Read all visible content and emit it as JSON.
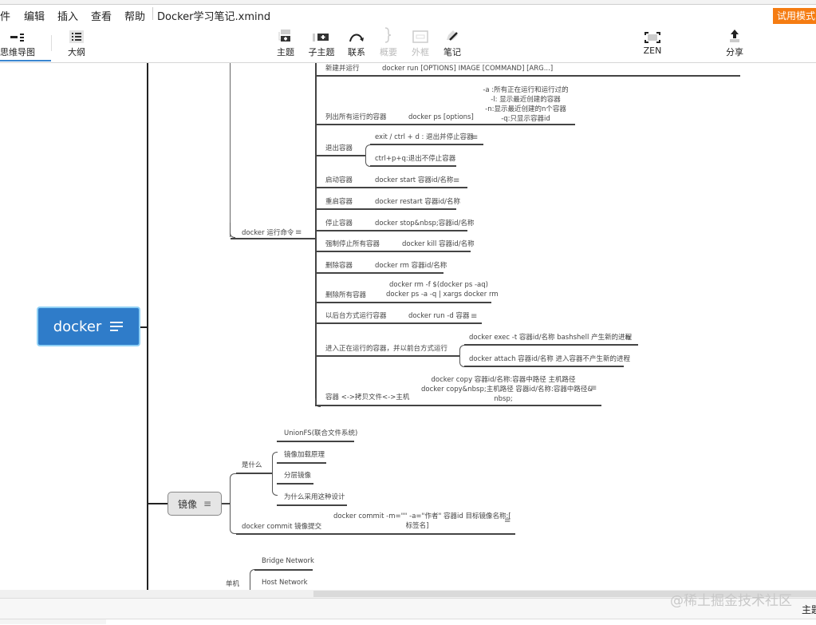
{
  "menu": {
    "items": [
      "件",
      "编辑",
      "插入",
      "查看",
      "帮助"
    ],
    "doc_title": "Docker学习笔记.xmind",
    "trial_badge": "试用模式"
  },
  "toolbar": {
    "view_mindmap": "思维导图",
    "view_outline": "大纲",
    "topic": "主题",
    "subtopic": "子主题",
    "relationship": "联系",
    "summary": "概要",
    "boundary": "外框",
    "note": "笔记",
    "zen": "ZEN",
    "share": "分享"
  },
  "colors": {
    "root_fill": "#2f7cc9",
    "root_border": "#8fd0f5",
    "trial_badge": "#f57c12",
    "active_view_underline": "#3a86d0"
  },
  "mindmap": {
    "root": "docker",
    "run_commands": {
      "label": "docker 运行命令",
      "children": [
        {
          "label": "新建并运行",
          "value": "docker run [OPTIONS] IMAGE [COMMAND] [ARG...]"
        },
        {
          "label": "列出所有运行的容器",
          "value": "docker ps [options]",
          "options": [
            "-a :所有正在运行和运行过的",
            "-l: 显示最近创建的容器",
            "-n:显示最近创建的n个容器",
            "-q:只显示容器id"
          ]
        },
        {
          "label": "退出容器",
          "values": [
            "exit / ctrl + d : 退出并停止容器",
            "ctrl+p+q:退出不停止容器"
          ]
        },
        {
          "label": "启动容器",
          "value": "docker start 容器id/名称"
        },
        {
          "label": "重启容器",
          "value": "docker restart 容器id/名称"
        },
        {
          "label": "停止容器",
          "value": "docker stop&nbsp;容器id/名称"
        },
        {
          "label": "强制停止所有容器",
          "value": "docker kill 容器id/名称"
        },
        {
          "label": "删除容器",
          "value": "docker rm 容器id/名称"
        },
        {
          "label": "删除所有容器",
          "values": [
            "docker rm -f $(docker ps -aq)",
            "docker ps -a -q | xargs docker rm"
          ]
        },
        {
          "label": "以后台方式运行容器",
          "value": "docker run -d 容器"
        },
        {
          "label": "进入正在运行的容器，并以前台方式运行",
          "values": [
            "docker exec -t 容器id/名称 bashshell 产生新的进程",
            "docker attach 容器id/名称 进入容器不产生新的进程"
          ]
        },
        {
          "label": "容器 <->拷贝文件<->主机",
          "values": [
            "docker copy 容器id/名称:容器中路径 主机路径",
            "docker copy&nbsp;主机路径 容器id/名称:容器中路径&",
            "nbsp;"
          ]
        }
      ]
    },
    "image": {
      "label": "镜像",
      "what_is": {
        "label": "是什么",
        "children": [
          "UnionFS(联合文件系统)",
          "镜像加载原理",
          "分层镜像",
          "为什么采用这种设计"
        ]
      },
      "commit": {
        "label": "docker commit 镜像提交",
        "values": [
          "docker commit -m=\"\" -a=\"作者\" 容器id 目标镜像名称:[",
          "标签名]"
        ]
      }
    },
    "network": {
      "single_host": {
        "label": "单机",
        "children": [
          "Bridge Network",
          "Host Network"
        ]
      }
    }
  },
  "statusbar": {
    "right_text": "主题",
    "watermark": "@稀土掘金技术社区"
  }
}
